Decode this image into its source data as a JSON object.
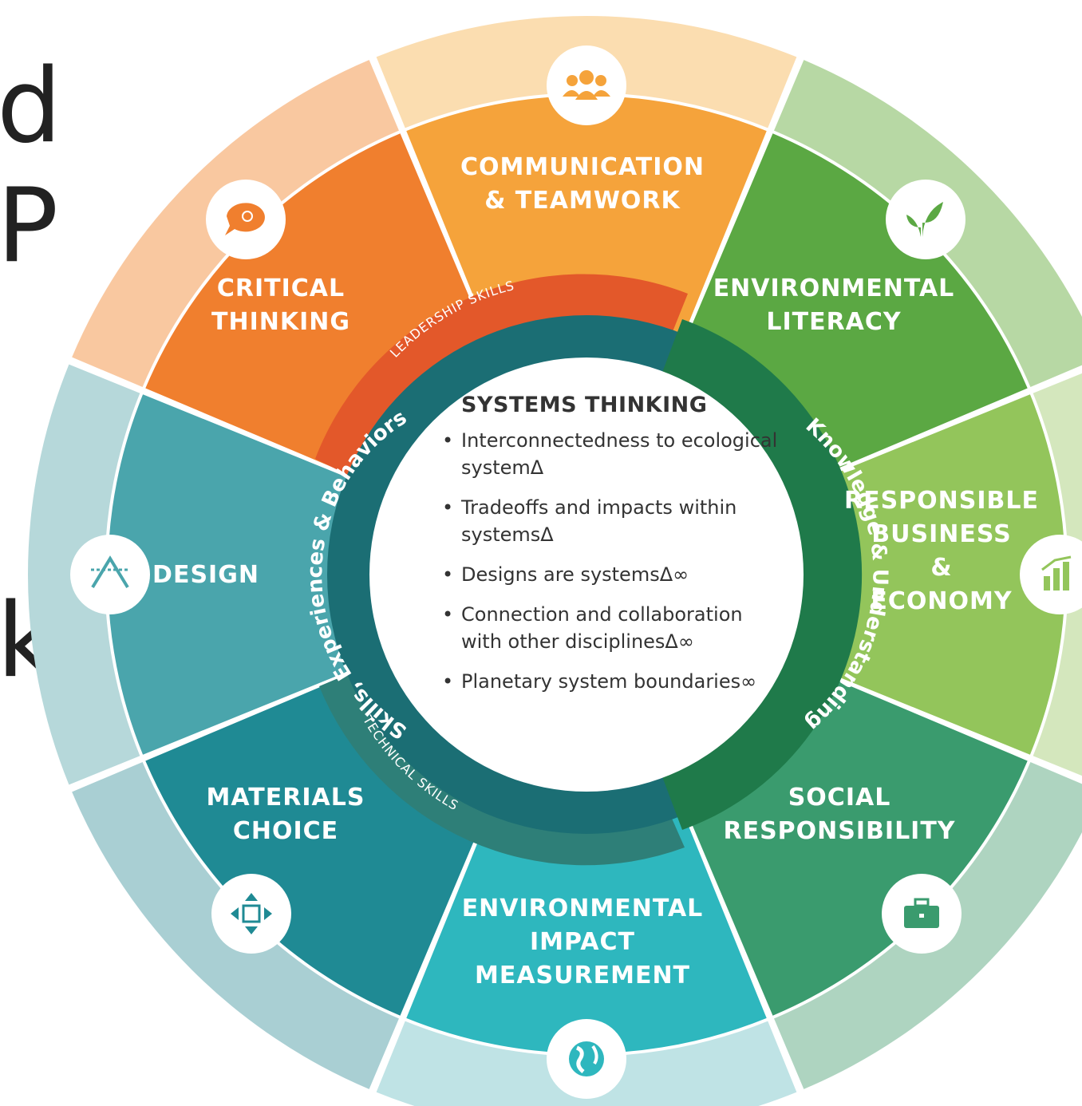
{
  "background_letters": [
    "d",
    "P",
    "k"
  ],
  "center": {
    "title": "SYSTEMS THINKING",
    "bullets": [
      "Interconnectedness to ecological systemΔ",
      "Tradeoffs and impacts within systemsΔ",
      "Designs are systemsΔ∞",
      "Connection and collaboration with other disciplinesΔ∞",
      "Planetary system boundaries∞"
    ]
  },
  "inner_ring": {
    "left": "Skills, Experiences & Behaviors",
    "right": "Knowledge & Understanding",
    "top_band": "LEADERSHIP SKILLS",
    "bottom_band": "TECHNICAL SKILLS"
  },
  "segments": [
    {
      "lines": [
        "COMMUNICATION",
        "& TEAMWORK"
      ],
      "color": "#F5A33B",
      "outer": "#FBDDB0",
      "icon": "people-icon"
    },
    {
      "lines": [
        "ENVIRONMENTAL",
        "LITERACY"
      ],
      "color": "#5BA843",
      "outer": "#B7D8A4",
      "icon": "leaf-icon"
    },
    {
      "lines": [
        "RESPONSIBLE",
        "BUSINESS",
        "&",
        "ECONOMY"
      ],
      "color": "#93C55B",
      "outer": "#D4E7BD",
      "icon": "bar-chart-icon"
    },
    {
      "lines": [
        "SOCIAL",
        "RESPONSIBILITY"
      ],
      "color": "#3A9B6E",
      "outer": "#AED4C0",
      "icon": "briefcase-icon"
    },
    {
      "lines": [
        "ENVIRONMENTAL",
        "IMPACT",
        "MEASUREMENT"
      ],
      "color": "#2EB7BE",
      "outer": "#BFE3E5",
      "icon": "globe-icon"
    },
    {
      "lines": [
        "MATERIALS",
        "CHOICE"
      ],
      "color": "#1F8A94",
      "outer": "#A9CFD3",
      "icon": "arrows-icon"
    },
    {
      "lines": [
        "DESIGN"
      ],
      "color": "#4AA5AC",
      "outer": "#B6D8DA",
      "icon": "design-tools-icon"
    },
    {
      "lines": [
        "CRITICAL",
        "THINKING"
      ],
      "color": "#F07F2E",
      "outer": "#F9C8A0",
      "icon": "speech-bubble-icon"
    }
  ]
}
